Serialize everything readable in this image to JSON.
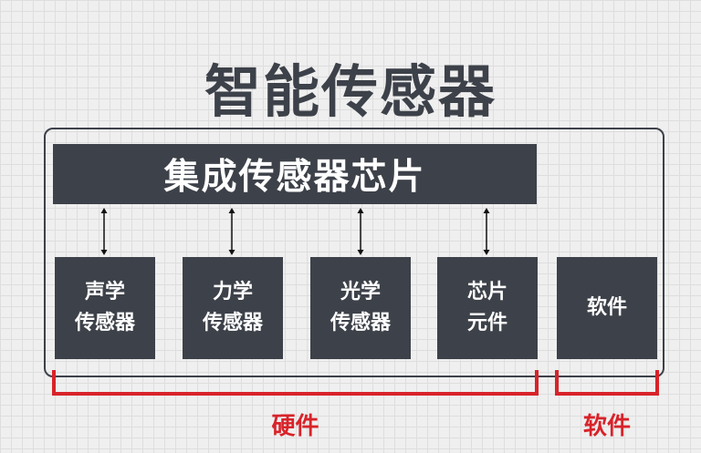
{
  "title": "智能传感器",
  "chip_bar": {
    "label": "集成传感器芯片"
  },
  "boxes": [
    {
      "line1": "声学",
      "line2": "传感器"
    },
    {
      "line1": "力学",
      "line2": "传感器"
    },
    {
      "line1": "光学",
      "line2": "传感器"
    },
    {
      "line1": "芯片",
      "line2": "元件"
    },
    {
      "line1": "软件",
      "line2": ""
    }
  ],
  "brackets": {
    "hardware": "硬件",
    "software": "软件"
  },
  "colors": {
    "dark": "#3d4149",
    "accent": "#d8232a"
  }
}
